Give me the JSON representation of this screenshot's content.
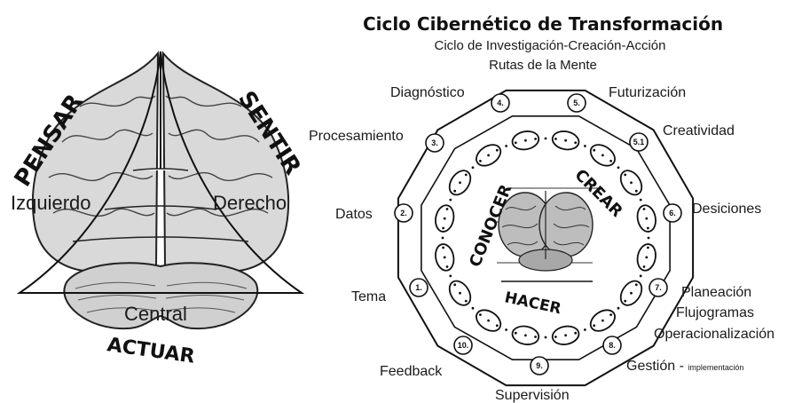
{
  "left_brain": {
    "words": {
      "think": "PENSAR",
      "feel": "SENTIR",
      "act": "ACTUAR"
    },
    "regions": {
      "left": "Izquierdo",
      "right": "Derecho",
      "center": "Central"
    }
  },
  "right_cycle": {
    "title": "Ciclo Cibernético de Transformación",
    "subtitle": "Ciclo de Investigación-Creación-Acción",
    "subtitle2": "Rutas de la Mente",
    "inner_words": {
      "know": "CONOCER",
      "create": "CREAR",
      "do": "HACER"
    },
    "stages": [
      {
        "num": "1.",
        "label": "Tema"
      },
      {
        "num": "2.",
        "label": "Datos"
      },
      {
        "num": "3.",
        "label": "Procesamiento"
      },
      {
        "num": "4.",
        "label": "Diagnóstico"
      },
      {
        "num": "5.",
        "label": "Futurización"
      },
      {
        "num": "5.1",
        "label": "Creatividad"
      },
      {
        "num": "6.",
        "label": "Desiciones"
      },
      {
        "num": "7.",
        "label": "Planeación"
      },
      {
        "num": "8.",
        "label": "Gestión - "
      },
      {
        "num": "9.",
        "label": "Supervisión"
      },
      {
        "num": "10.",
        "label": "Feedback"
      }
    ],
    "extra_labels": {
      "flow": "Flujogramas",
      "ops": "Operacionalización",
      "impl": "implementación"
    }
  }
}
